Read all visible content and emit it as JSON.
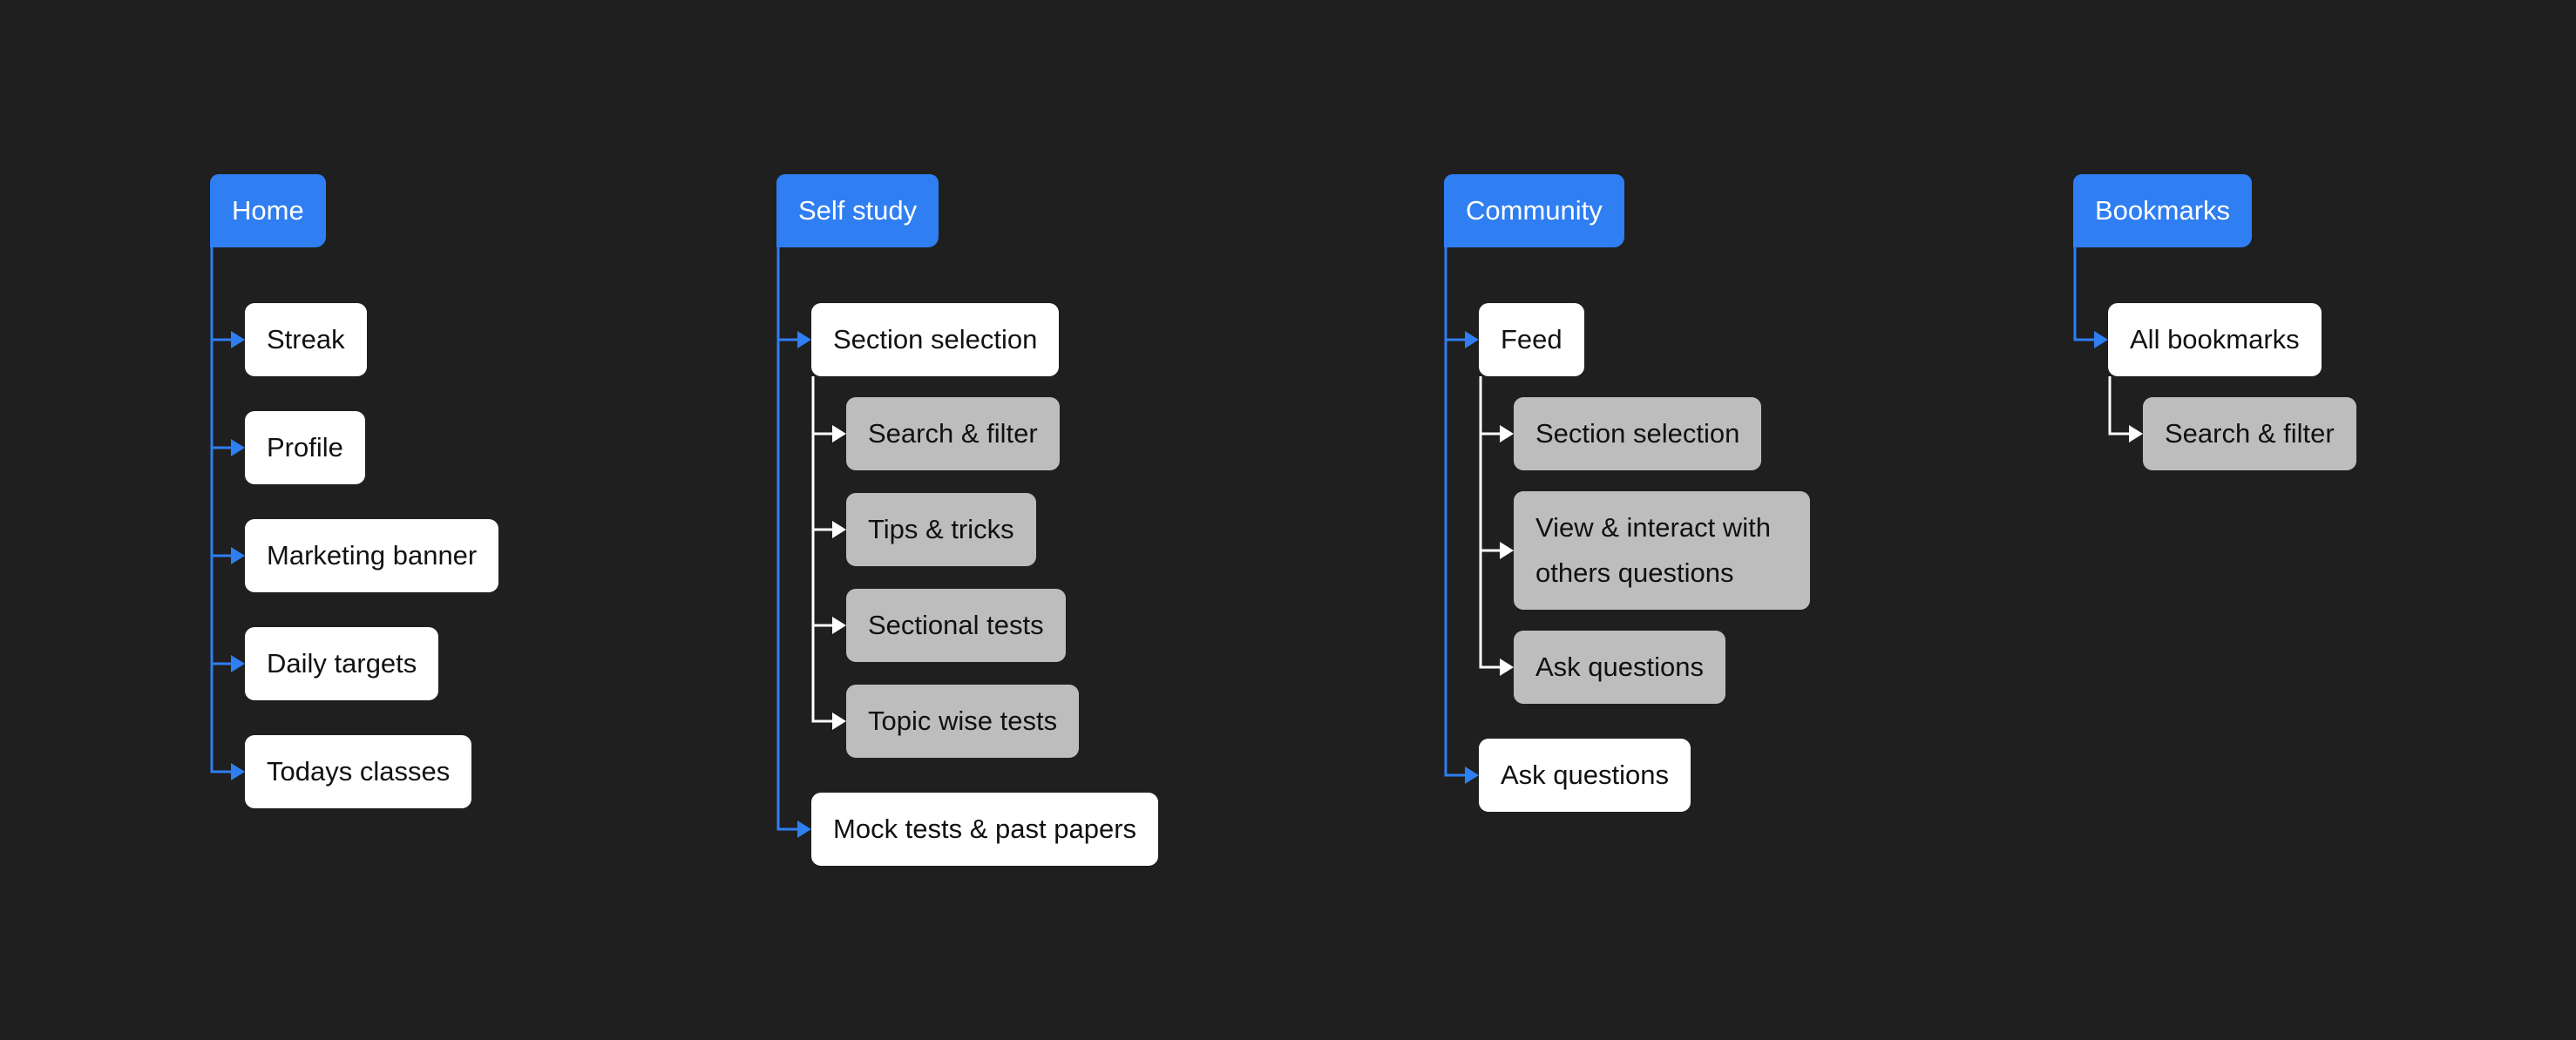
{
  "colors": {
    "background": "#1f1f1f",
    "header": "#2f7ef2",
    "connector_primary": "#2f7ef2",
    "connector_secondary": "#ffffff",
    "node_level1": "#ffffff",
    "node_level2": "#bdbdbd"
  },
  "columns": [
    {
      "header": "Home",
      "items": [
        {
          "label": "Streak",
          "children": []
        },
        {
          "label": "Profile",
          "children": []
        },
        {
          "label": "Marketing banner",
          "children": []
        },
        {
          "label": "Daily targets",
          "children": []
        },
        {
          "label": "Todays classes",
          "children": []
        }
      ]
    },
    {
      "header": "Self study",
      "items": [
        {
          "label": "Section selection",
          "children": [
            "Search & filter",
            "Tips & tricks",
            "Sectional tests",
            "Topic wise tests"
          ]
        },
        {
          "label": "Mock tests & past papers",
          "children": []
        }
      ]
    },
    {
      "header": "Community",
      "items": [
        {
          "label": "Feed",
          "children": [
            "Section selection",
            "View & interact with others questions",
            "Ask questions"
          ]
        },
        {
          "label": "Ask questions",
          "children": []
        }
      ]
    },
    {
      "header": "Bookmarks",
      "items": [
        {
          "label": "All bookmarks",
          "children": [
            "Search & filter"
          ]
        }
      ]
    }
  ]
}
